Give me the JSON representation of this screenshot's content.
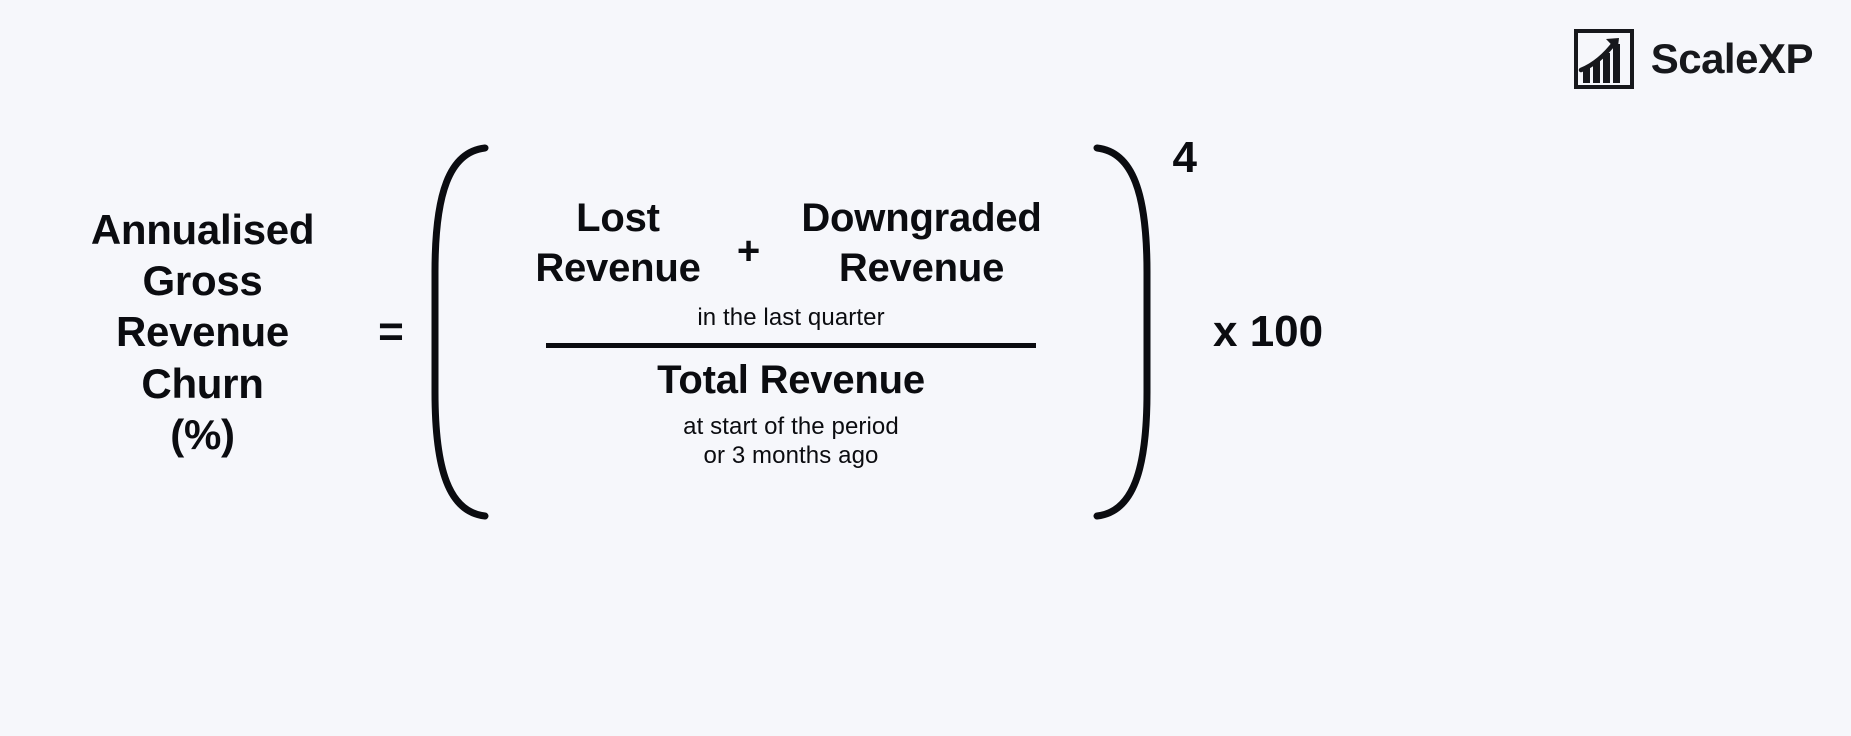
{
  "background_color": "#f6f7fb",
  "text_color": "#0b0c10",
  "brand": {
    "name": "ScaleXP",
    "logo_icon": "growth-chart-icon"
  },
  "formula": {
    "label": {
      "lines": [
        "Annualised",
        "Gross",
        "Revenue",
        "Churn",
        "(%)"
      ]
    },
    "equals_sign": "=",
    "open_paren": "(",
    "close_paren": ")",
    "exponent": "4",
    "numerator": {
      "term_one": {
        "lines": [
          "Lost",
          "Revenue"
        ]
      },
      "operator": "+",
      "term_two": {
        "lines": [
          "Downgraded",
          "Revenue"
        ]
      },
      "note": "in the last quarter"
    },
    "denominator": {
      "main": "Total Revenue",
      "note_lines": [
        "at start of the period",
        "or 3 months ago"
      ]
    },
    "multiplier": "x 100"
  }
}
